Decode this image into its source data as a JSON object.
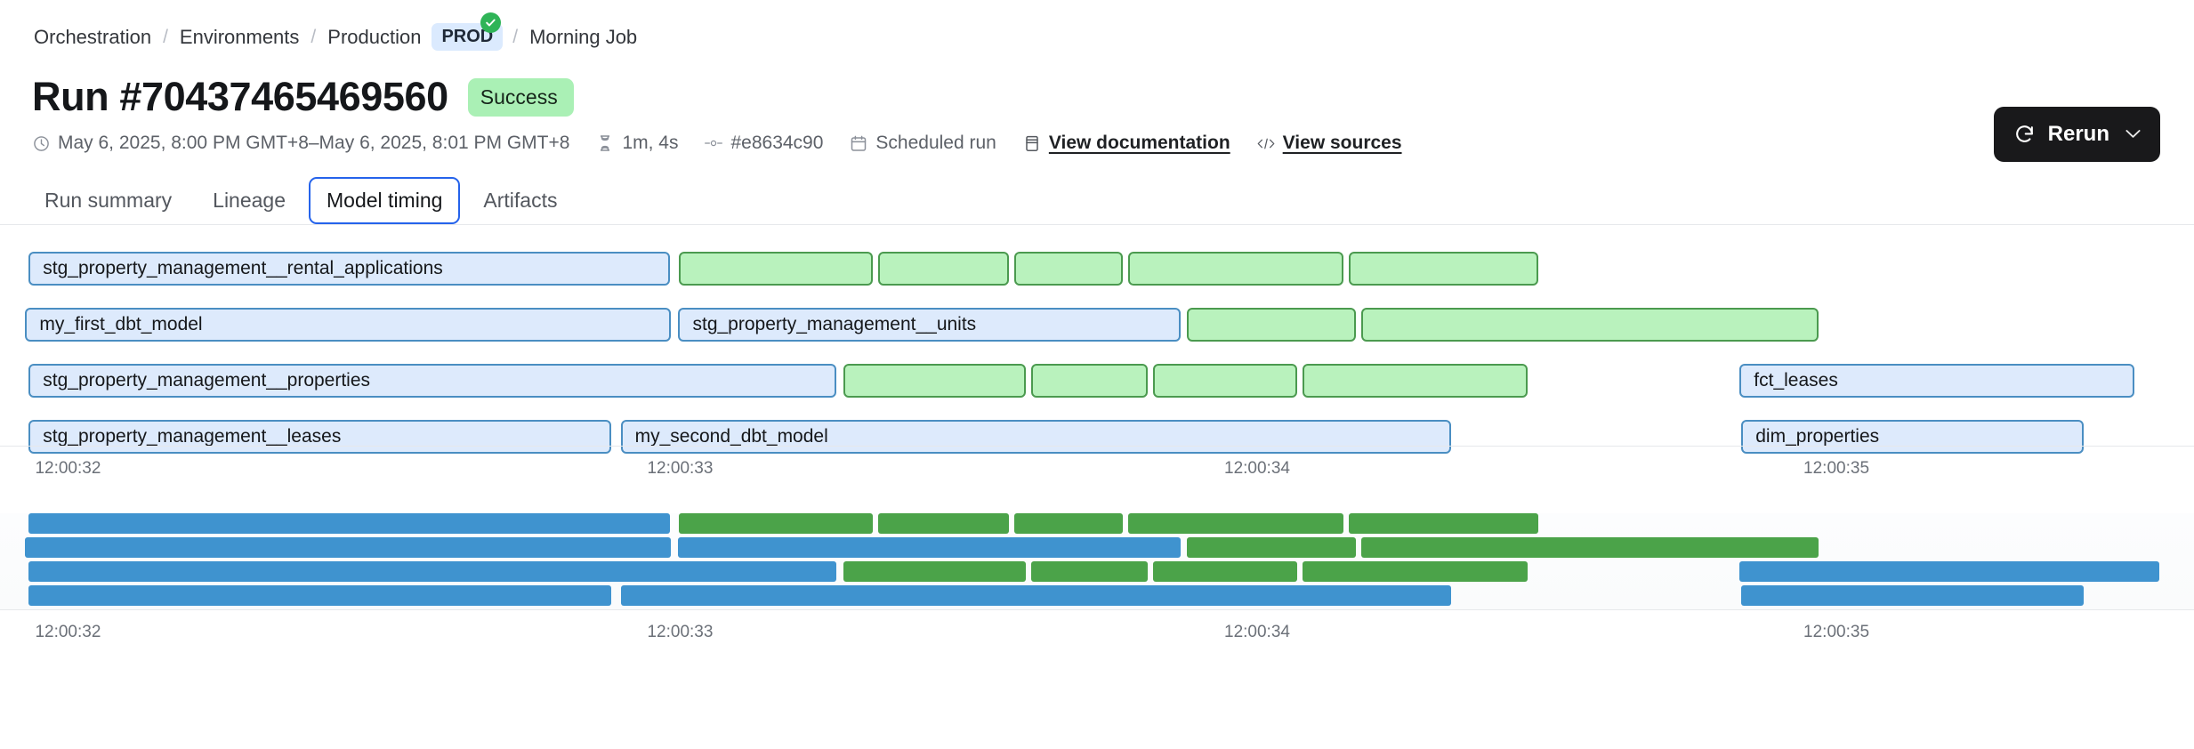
{
  "breadcrumb": {
    "items": [
      {
        "label": "Orchestration",
        "type": "link"
      },
      {
        "label": "Environments",
        "type": "link"
      },
      {
        "label": "Production",
        "type": "link"
      },
      {
        "label": "PROD",
        "type": "badge"
      },
      {
        "label": "Morning Job",
        "type": "current"
      }
    ],
    "separator": "/"
  },
  "header": {
    "title": "Run #70437465469560",
    "status": {
      "label": "Success",
      "icon": "check-circle-icon",
      "bg": "#aaf0b5",
      "fg": "#2fb457"
    },
    "meta": [
      {
        "icon": "clock-icon",
        "text": "May 6, 2025, 8:00 PM GMT+8–May 6, 2025, 8:01 PM GMT+8",
        "link": false
      },
      {
        "icon": "hourglass-icon",
        "text": "1m, 4s",
        "link": false
      },
      {
        "icon": "git-commit-icon",
        "text": "#e8634c90",
        "link": false
      },
      {
        "icon": "calendar-icon",
        "text": "Scheduled run",
        "link": false
      },
      {
        "icon": "book-icon",
        "text": "View documentation",
        "link": true
      },
      {
        "icon": "code-icon",
        "text": "View sources",
        "link": true
      }
    ],
    "rerun": {
      "label": "Rerun",
      "icon": "refresh-icon",
      "chevron": "˅"
    }
  },
  "tabs": [
    {
      "label": "Run summary",
      "active": false
    },
    {
      "label": "Lineage",
      "active": false
    },
    {
      "label": "Model timing",
      "active": true
    },
    {
      "label": "Artifacts",
      "active": false
    }
  ],
  "chart_data": {
    "type": "gantt",
    "title": "Model timing",
    "xlabel": "",
    "axis_ticks": [
      {
        "label": "12:00:32",
        "pct": 1.6
      },
      {
        "label": "12:00:33",
        "pct": 29.5
      },
      {
        "label": "12:00:34",
        "pct": 55.8
      },
      {
        "label": "12:00:35",
        "pct": 82.2
      }
    ],
    "colors": {
      "blue_fill": "#ddeafc",
      "blue_stroke": "#4a8ec2",
      "green_fill": "#b9f2bd",
      "green_stroke": "#4b9a4f",
      "mini_blue": "#3f93cf",
      "mini_green": "#4ba349"
    },
    "rows": [
      {
        "index": 0,
        "bars": [
          {
            "label": "stg_property_management__rental_applications",
            "color": "blue",
            "left_pct": 1.31,
            "width_pct": 29.24
          },
          {
            "label": "",
            "color": "green",
            "left_pct": 30.94,
            "width_pct": 8.85
          },
          {
            "label": "",
            "color": "green",
            "left_pct": 40.03,
            "width_pct": 5.97
          },
          {
            "label": "",
            "color": "green",
            "left_pct": 46.24,
            "width_pct": 4.95
          },
          {
            "label": "",
            "color": "green",
            "left_pct": 51.42,
            "width_pct": 9.83
          },
          {
            "label": "",
            "color": "green",
            "left_pct": 61.47,
            "width_pct": 8.63
          }
        ]
      },
      {
        "index": 1,
        "bars": [
          {
            "label": "my_first_dbt_model",
            "color": "blue",
            "left_pct": 1.15,
            "width_pct": 29.44
          },
          {
            "label": "stg_property_management__units",
            "color": "blue",
            "left_pct": 30.92,
            "width_pct": 22.9
          },
          {
            "label": "",
            "color": "green",
            "left_pct": 54.08,
            "width_pct": 7.72
          },
          {
            "label": "",
            "color": "green",
            "left_pct": 62.04,
            "width_pct": 20.84
          }
        ]
      },
      {
        "index": 2,
        "bars": [
          {
            "label": "stg_property_management__properties",
            "color": "blue",
            "left_pct": 1.31,
            "width_pct": 36.82
          },
          {
            "label": "",
            "color": "green",
            "left_pct": 38.44,
            "width_pct": 8.32
          },
          {
            "label": "",
            "color": "green",
            "left_pct": 47.0,
            "width_pct": 5.33
          },
          {
            "label": "",
            "color": "green",
            "left_pct": 52.57,
            "width_pct": 6.54
          },
          {
            "label": "",
            "color": "green",
            "left_pct": 59.36,
            "width_pct": 10.25
          },
          {
            "label": "fct_leases",
            "color": "blue",
            "left_pct": 79.29,
            "width_pct": 17.98
          }
        ]
      },
      {
        "index": 3,
        "bars": [
          {
            "label": "stg_property_management__leases",
            "color": "blue",
            "left_pct": 1.31,
            "width_pct": 26.56
          },
          {
            "label": "my_second_dbt_model",
            "color": "blue",
            "left_pct": 28.29,
            "width_pct": 37.83
          },
          {
            "label": "dim_properties",
            "color": "blue",
            "left_pct": 79.37,
            "width_pct": 15.59
          }
        ]
      }
    ],
    "overview_rows": [
      {
        "index": 0,
        "bars": [
          {
            "color": "blue",
            "left_pct": 1.31,
            "width_pct": 29.24
          },
          {
            "color": "green",
            "left_pct": 30.94,
            "width_pct": 8.85
          },
          {
            "color": "green",
            "left_pct": 40.03,
            "width_pct": 5.97
          },
          {
            "color": "green",
            "left_pct": 46.24,
            "width_pct": 4.95
          },
          {
            "color": "green",
            "left_pct": 51.42,
            "width_pct": 9.83
          },
          {
            "color": "green",
            "left_pct": 61.47,
            "width_pct": 8.63
          }
        ]
      },
      {
        "index": 1,
        "bars": [
          {
            "color": "blue",
            "left_pct": 1.15,
            "width_pct": 29.44
          },
          {
            "color": "blue",
            "left_pct": 30.92,
            "width_pct": 22.9
          },
          {
            "color": "green",
            "left_pct": 54.08,
            "width_pct": 7.72
          },
          {
            "color": "green",
            "left_pct": 62.04,
            "width_pct": 20.84
          }
        ]
      },
      {
        "index": 2,
        "bars": [
          {
            "color": "blue",
            "left_pct": 1.31,
            "width_pct": 36.82
          },
          {
            "color": "green",
            "left_pct": 38.44,
            "width_pct": 8.32
          },
          {
            "color": "green",
            "left_pct": 47.0,
            "width_pct": 5.33
          },
          {
            "color": "green",
            "left_pct": 52.57,
            "width_pct": 6.54
          },
          {
            "color": "green",
            "left_pct": 59.36,
            "width_pct": 10.25
          },
          {
            "color": "blue",
            "left_pct": 79.29,
            "width_pct": 19.12
          }
        ]
      },
      {
        "index": 3,
        "bars": [
          {
            "color": "blue",
            "left_pct": 1.31,
            "width_pct": 26.56
          },
          {
            "color": "blue",
            "left_pct": 28.29,
            "width_pct": 37.83
          },
          {
            "color": "blue",
            "left_pct": 79.37,
            "width_pct": 15.59
          }
        ]
      }
    ],
    "overview_axis_ticks": [
      {
        "label": "12:00:32",
        "pct": 1.6
      },
      {
        "label": "12:00:33",
        "pct": 29.5
      },
      {
        "label": "12:00:34",
        "pct": 55.8
      },
      {
        "label": "12:00:35",
        "pct": 82.2
      }
    ]
  }
}
